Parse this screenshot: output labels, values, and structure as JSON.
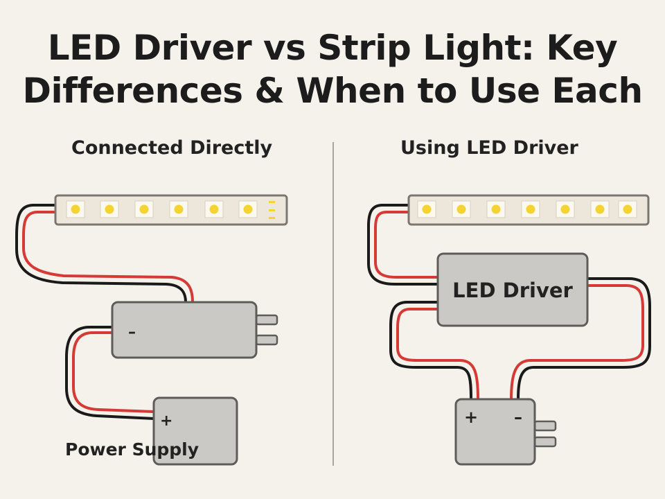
{
  "title_line1": "LED Driver vs Strip Light: Key",
  "title_line2": "Differences & When to Use Each",
  "left_panel": {
    "heading": "Connected Directly",
    "middle_box_symbol": "–",
    "supply_symbol": "+",
    "supply_label": "Power Supply"
  },
  "right_panel": {
    "heading": "Using LED Driver",
    "driver_label": "LED Driver",
    "plus_symbol": "+",
    "minus_symbol": "–"
  },
  "colors": {
    "background": "#f5f2ec",
    "strip_fill": "#ede7db",
    "strip_border": "#7a7670",
    "led": "#f3d433",
    "box_fill": "#cbc9c6",
    "box_border": "#5e5c59",
    "wire_red": "#d63a36",
    "wire_black": "#1a1a1a"
  }
}
